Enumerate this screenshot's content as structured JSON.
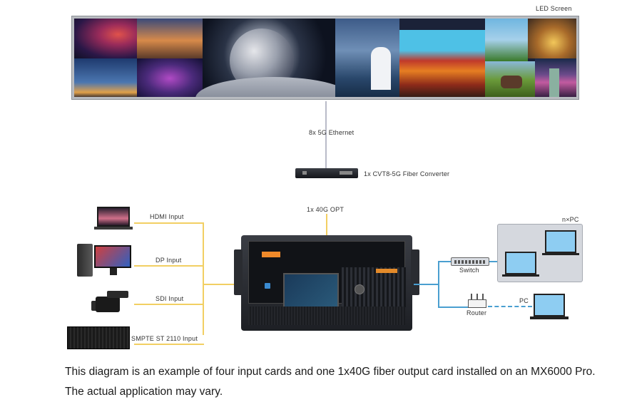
{
  "diagram": {
    "led_screen_label": "LED Screen",
    "ethernet_label": "8x 5G Ethernet",
    "converter_label": "1x CVT8-5G Fiber Converter",
    "opt_label": "1x 40G OPT",
    "inputs": {
      "hdmi": "HDMI Input",
      "dp": "DP Input",
      "sdi": "SDI Input",
      "smpte": "SMPTE ST 2110 Input"
    },
    "outputs": {
      "npc": "n×PC",
      "switch": "Switch",
      "router": "Router",
      "pc": "PC"
    },
    "colors": {
      "input_line": "#f2cf63",
      "network_line": "#4a9fd0",
      "ethernet_line": "#b9bbc8"
    }
  },
  "caption": "This diagram is an example of four input cards and one 1x40G fiber output card installed on an MX6000 Pro. The actual application may vary."
}
